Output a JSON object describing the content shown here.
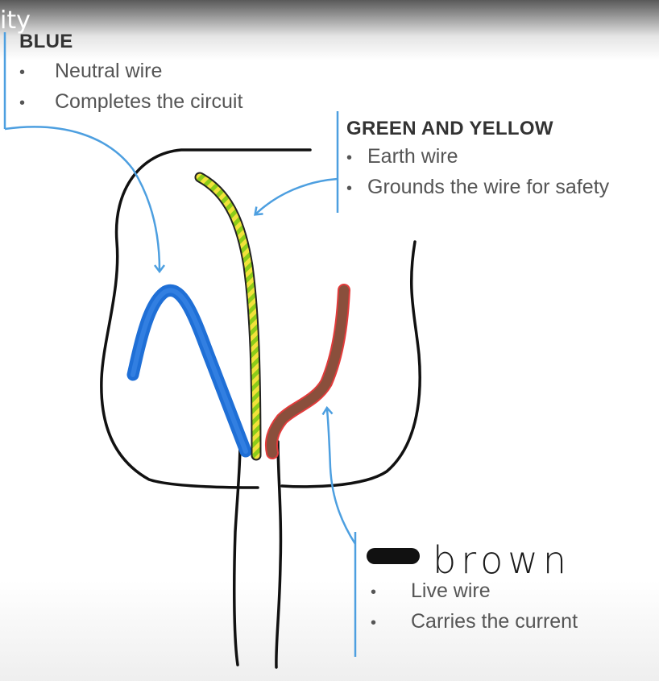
{
  "video_title_fragment": "ity",
  "neutral": {
    "heading": "BLUE",
    "bullets": [
      "Neutral wire",
      "Completes the circuit"
    ],
    "color": "#1f6fd6"
  },
  "earth": {
    "heading": "GREEN AND YELLOW",
    "bullets": [
      "Earth wire",
      "Grounds the wire for safety"
    ],
    "colors": [
      "#8ccc1a",
      "#f2e23a"
    ]
  },
  "live": {
    "handwritten_label": "brown",
    "bullets": [
      "Live wire",
      "Carries the current"
    ],
    "color": "#8a4f3c"
  },
  "annotation_color": "#4d9fe0",
  "outline_color": "#111111"
}
